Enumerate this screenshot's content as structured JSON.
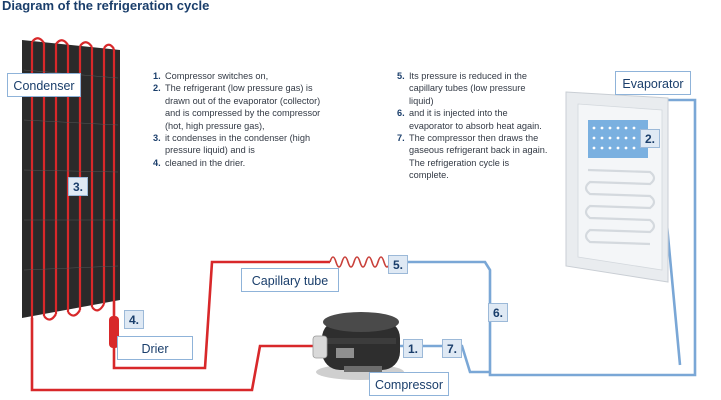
{
  "title": "Diagram of the refrigeration cycle",
  "labels": {
    "condenser": "Condenser",
    "evaporator": "Evaporator",
    "capillary_tube": "Capillary tube",
    "drier": "Drier",
    "compressor": "Compressor"
  },
  "markers": {
    "m1": "1.",
    "m2": "2.",
    "m3": "3.",
    "m4": "4.",
    "m5": "5.",
    "m6": "6.",
    "m7": "7."
  },
  "steps_left": [
    {
      "num": "1.",
      "text": "Compressor switches on,"
    },
    {
      "num": "2.",
      "text": "The refrigerant (low pressure gas) is drawn out of the evaporator (collector) and is compressed by the compressor (hot, high pressure gas),"
    },
    {
      "num": "3.",
      "text": "it condenses in the condenser (high pressure liquid) and is"
    },
    {
      "num": "4.",
      "text": "cleaned in the drier."
    }
  ],
  "steps_right": [
    {
      "num": "5.",
      "text": "Its pressure is reduced in the capillary tubes (low pressure liquid)"
    },
    {
      "num": "6.",
      "text": "and it is injected into the evaporator to absorb heat again."
    },
    {
      "num": "7.",
      "text": "The compressor then draws the gaseous refrigerant back in again. The refrigeration cycle is complete."
    }
  ],
  "colors": {
    "hot_pipe": "#d8282a",
    "cold_pipe": "#7aa7d6",
    "label_border": "#8fb3d9",
    "title": "#1a3e6b"
  }
}
